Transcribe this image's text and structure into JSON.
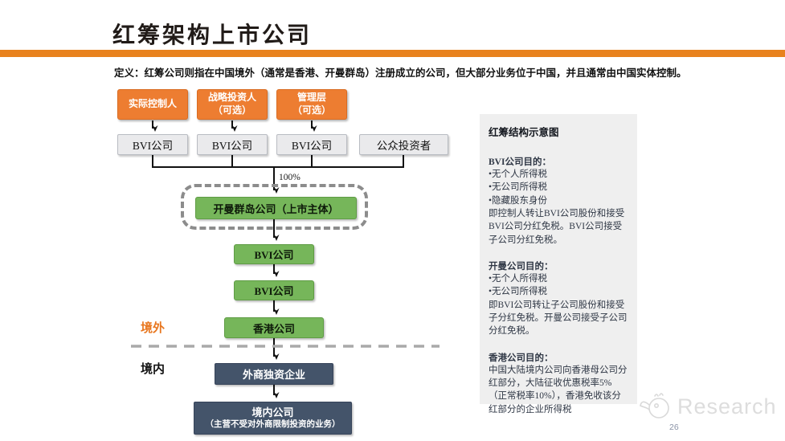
{
  "slide": {
    "title": "红筹架构上市公司",
    "definition": "定义：红筹公司则指在中国境外（通常是香港、开曼群岛）注册成立的公司，但大部分业务位于中国，并且通常由中国实体控制。",
    "page_number": "26"
  },
  "diagram": {
    "owners": [
      {
        "label": "实际控制人"
      },
      {
        "label": "战略投资人\n（可选）"
      },
      {
        "label": "管理层\n（可选）"
      }
    ],
    "holding_row": [
      {
        "label": "BVI公司"
      },
      {
        "label": "BVI公司"
      },
      {
        "label": "BVI公司"
      },
      {
        "label": "公众投资者"
      }
    ],
    "ownership_label": "100%",
    "listed_entity": "开曼群岛公司（上市主体）",
    "chain": [
      {
        "label": "BVI公司"
      },
      {
        "label": "BVI公司"
      },
      {
        "label": "香港公司"
      }
    ],
    "offshore_label": "境外",
    "onshore_label": "境内",
    "wfoe_label": "外商独资企业",
    "domestic_company": "境内公司",
    "domestic_company_note": "（主营不受对外商限制投资的业务）"
  },
  "panel": {
    "title": "红筹结构示意图",
    "sections": [
      {
        "heading": "BVI公司目的：",
        "body": "•无个人所得税\n•无公司所得税\n•隐藏股东身份\n即控制人转让BVI公司股份和接受BVI公司分红免税。BVI公司接受子公司分红免税。"
      },
      {
        "heading": "开曼公司目的：",
        "body": "•无个人所得税\n•无公司所得税\n即BVI公司转让子公司股份和接受子分红免税。开曼公司接受子公司分红免税。"
      },
      {
        "heading": "香港公司目的：",
        "body": "中国大陆境内公司向香港母公司分红部分，大陆征收优惠税率5%（正常税率10%），香港免收该分红部分的企业所得税"
      }
    ]
  },
  "footer": {
    "brand": "Research"
  },
  "colors": {
    "accent_orange": "#E8821E",
    "box_orange": "#ED7D31",
    "box_green": "#76B65A",
    "box_slate": "#44546A",
    "panel_bg": "#EFEFEF",
    "dashed_gray": "#8C8C8C"
  }
}
